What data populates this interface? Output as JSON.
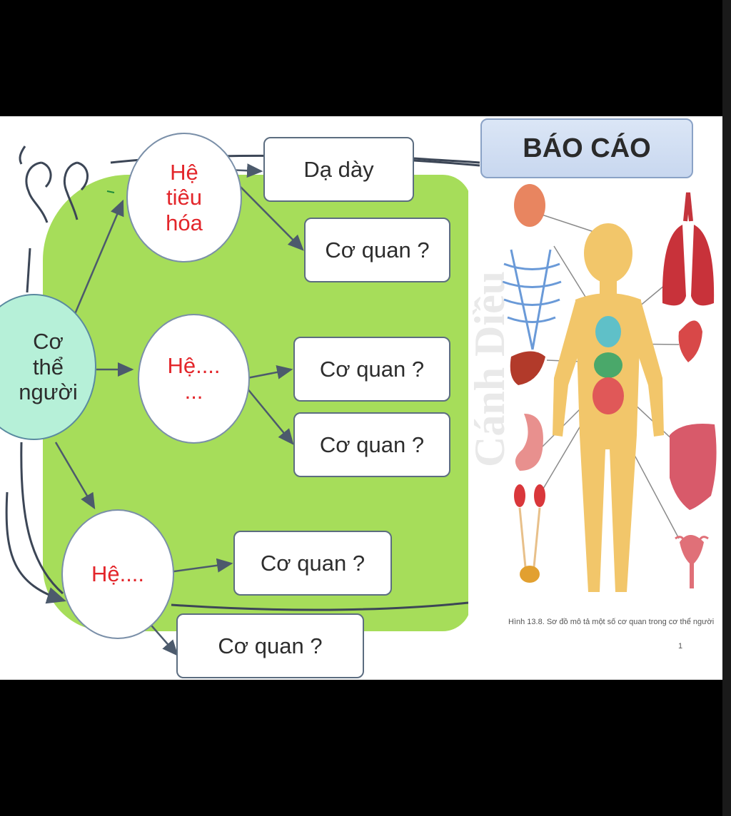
{
  "diagram": {
    "root": {
      "text": "Cơ\nthể\nngười"
    },
    "systems": [
      {
        "id": "sys1",
        "text": "Hệ\ntiêu\nhóa"
      },
      {
        "id": "sys2",
        "text": "Hệ....\n..."
      },
      {
        "id": "sys3",
        "text": "Hệ...."
      }
    ],
    "organs": [
      {
        "id": "org1",
        "text": "Dạ dày"
      },
      {
        "id": "org2",
        "text": "Cơ quan ?"
      },
      {
        "id": "org3",
        "text": "Cơ quan ?"
      },
      {
        "id": "org4",
        "text": "Cơ quan ?"
      },
      {
        "id": "org5",
        "text": "Cơ quan ?"
      },
      {
        "id": "org6",
        "text": "Cơ quan ?"
      }
    ]
  },
  "report": {
    "label": "BÁO CÁO"
  },
  "figure": {
    "caption": "Hình 13.8. Sơ đồ mô tả một số cơ quan trong cơ thể người",
    "page": "1",
    "watermark": "Cánh Diều"
  },
  "colors": {
    "background_frame": "#000000",
    "green_panel": "#a6dd5a",
    "system_text": "#e3262b",
    "root_fill": "#b6f0d8",
    "report_fill": "#d3dff3"
  }
}
